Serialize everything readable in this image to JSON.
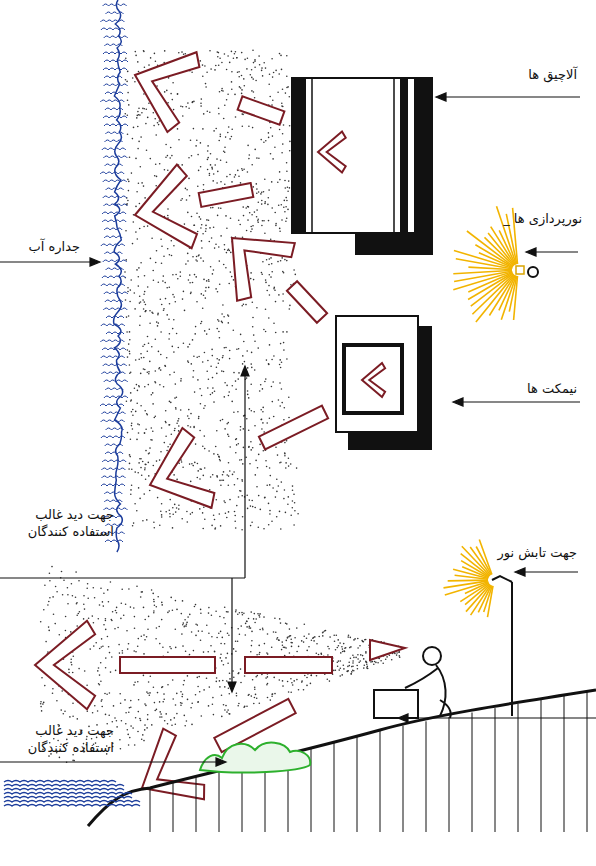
{
  "diagram": {
    "labels": [
      "آلاچیق ها",
      "نورپردازی ها _",
      "جداره آب",
      "نیمکت ها",
      "جهت دید غالب استفاده کنندگان",
      "جهت تابش نور",
      "جهت دید غالب استفاده کنندگان"
    ]
  }
}
